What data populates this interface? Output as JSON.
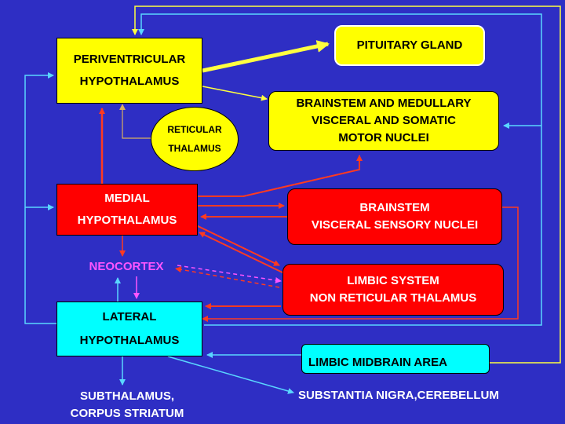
{
  "boxes": {
    "periventricular": [
      "PERIVENTRICULAR",
      "HYPOTHALAMUS"
    ],
    "pituitary": [
      "PITUITARY GLAND"
    ],
    "brainstem_motor": [
      "BRAINSTEM AND MEDULLARY",
      "VISCERAL AND SOMATIC",
      "MOTOR NUCLEI"
    ],
    "reticular": [
      "RETICULAR",
      "THALAMUS"
    ],
    "medial": [
      "MEDIAL",
      "HYPOTHALAMUS"
    ],
    "brainstem_sensory": [
      "BRAINSTEM",
      "VISCERAL SENSORY NUCLEI"
    ],
    "neocortex": "NEOCORTEX",
    "limbic_system": [
      "LIMBIC SYSTEM",
      "NON RETICULAR THALAMUS"
    ],
    "lateral": [
      "LATERAL",
      "HYPOTHALAMUS"
    ],
    "limbic_midbrain": [
      "LIMBIC MIDBRAIN AREA"
    ],
    "subthalamus": [
      "SUBTHALAMUS,",
      "CORPUS STRIATUM"
    ],
    "substantia": "SUBSTANTIA NIGRA,CEREBELLUM"
  },
  "colors": {
    "background": "#2e2ec4",
    "yellow": "#ffff00",
    "red": "#ff0000",
    "cyan": "#00ffff",
    "arrow_red": "#ff3a20",
    "arrow_cyan": "#5ad6ff",
    "arrow_yellow": "#ffff40",
    "neocortex": "#ff55ff"
  }
}
